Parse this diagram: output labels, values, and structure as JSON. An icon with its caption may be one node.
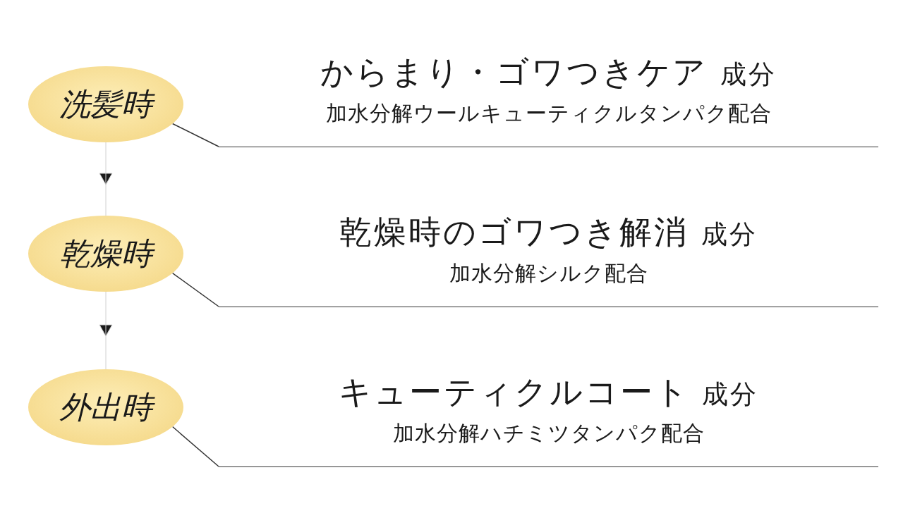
{
  "diagram": {
    "nodes": [
      {
        "text": [
          "洗髪時"
        ]
      },
      {
        "text": [
          "からまり・ゴワつきケア 成分",
          "加水分解ウールキューティクルタンパク配合"
        ]
      },
      {
        "text": [
          "乾燥時"
        ]
      },
      {
        "text": [
          "乾燥時のゴワつき解消 成分",
          "加水分解シルク配合"
        ]
      },
      {
        "text": [
          "外出時"
        ]
      },
      {
        "text": [
          "キューティクルコート 成分",
          "加水分解ハチミツタンパク配合"
        ]
      }
    ],
    "edges": [
      {
        "from": 0,
        "to": 1,
        "arrow": "none"
      },
      {
        "from": 2,
        "to": 3,
        "arrow": "none"
      },
      {
        "from": 4,
        "to": 5,
        "arrow": "none"
      },
      {
        "from": 0,
        "to": 2,
        "arrow": "to",
        "color": "#d0d0d0"
      },
      {
        "from": 2,
        "to": 4,
        "arrow": "to",
        "color": "#d0d0d0"
      }
    ]
  }
}
